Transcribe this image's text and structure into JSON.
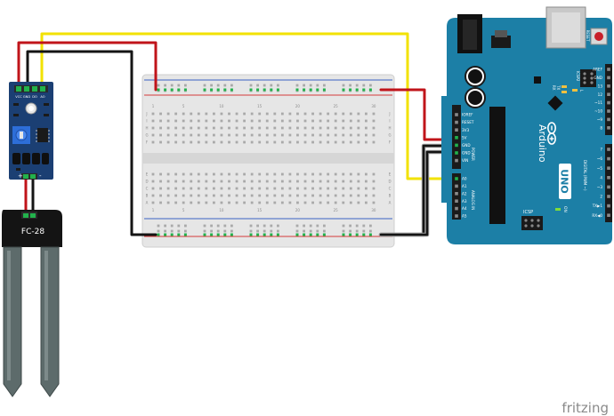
{
  "colors": {
    "wire_red": "#c0141a",
    "wire_yellow": "#f2e200",
    "wire_black": "#141414",
    "arduino_board": "#1c7fa6",
    "module_board": "#1b3f73",
    "breadboard": "#e8e8e8",
    "hole_green": "#22b24c",
    "probe_gray": "#5d6b6b"
  },
  "sensor_module": {
    "pin_labels": [
      "VCC",
      "GND",
      "DO",
      "AO"
    ],
    "plus_label": "+",
    "minus_label": "-"
  },
  "probe": {
    "label": "FC-28"
  },
  "breadboard": {
    "col_numbers": [
      "1",
      "5",
      "10",
      "15",
      "20",
      "25",
      "30"
    ],
    "row_letters_top": [
      "J",
      "I",
      "H",
      "G",
      "F"
    ],
    "row_letters_bottom": [
      "E",
      "D",
      "C",
      "B",
      "A"
    ]
  },
  "arduino": {
    "reset_label": "RESET",
    "icsp2_label": "ICSP2",
    "tx_label": "TX",
    "rx_label": "RX",
    "l_label": "L",
    "logo_text": "Arduino",
    "uno_text": "UNO",
    "on_label": "ON",
    "icsp_label": "ICSP",
    "power_header_title": "POWER",
    "analog_header_title": "ANALOG IN",
    "digital_header_title": "DIGITAL (PWM ~)",
    "power_pins": [
      "IOREF",
      "RESET",
      "3V3",
      "5V",
      "GND",
      "GND",
      "VIN"
    ],
    "analog_pins": [
      "A0",
      "A1",
      "A2",
      "A3",
      "A4",
      "A5"
    ],
    "digital_top_pins": [
      "AREF",
      "GND",
      "13",
      "12",
      "~11",
      "~10",
      "~9",
      "8"
    ],
    "digital_bottom_pins": [
      "7",
      "~6",
      "~5",
      "4",
      "~3",
      "2",
      "TX▶1",
      "RX◀0"
    ]
  },
  "footer": {
    "brand": "fritzing"
  }
}
